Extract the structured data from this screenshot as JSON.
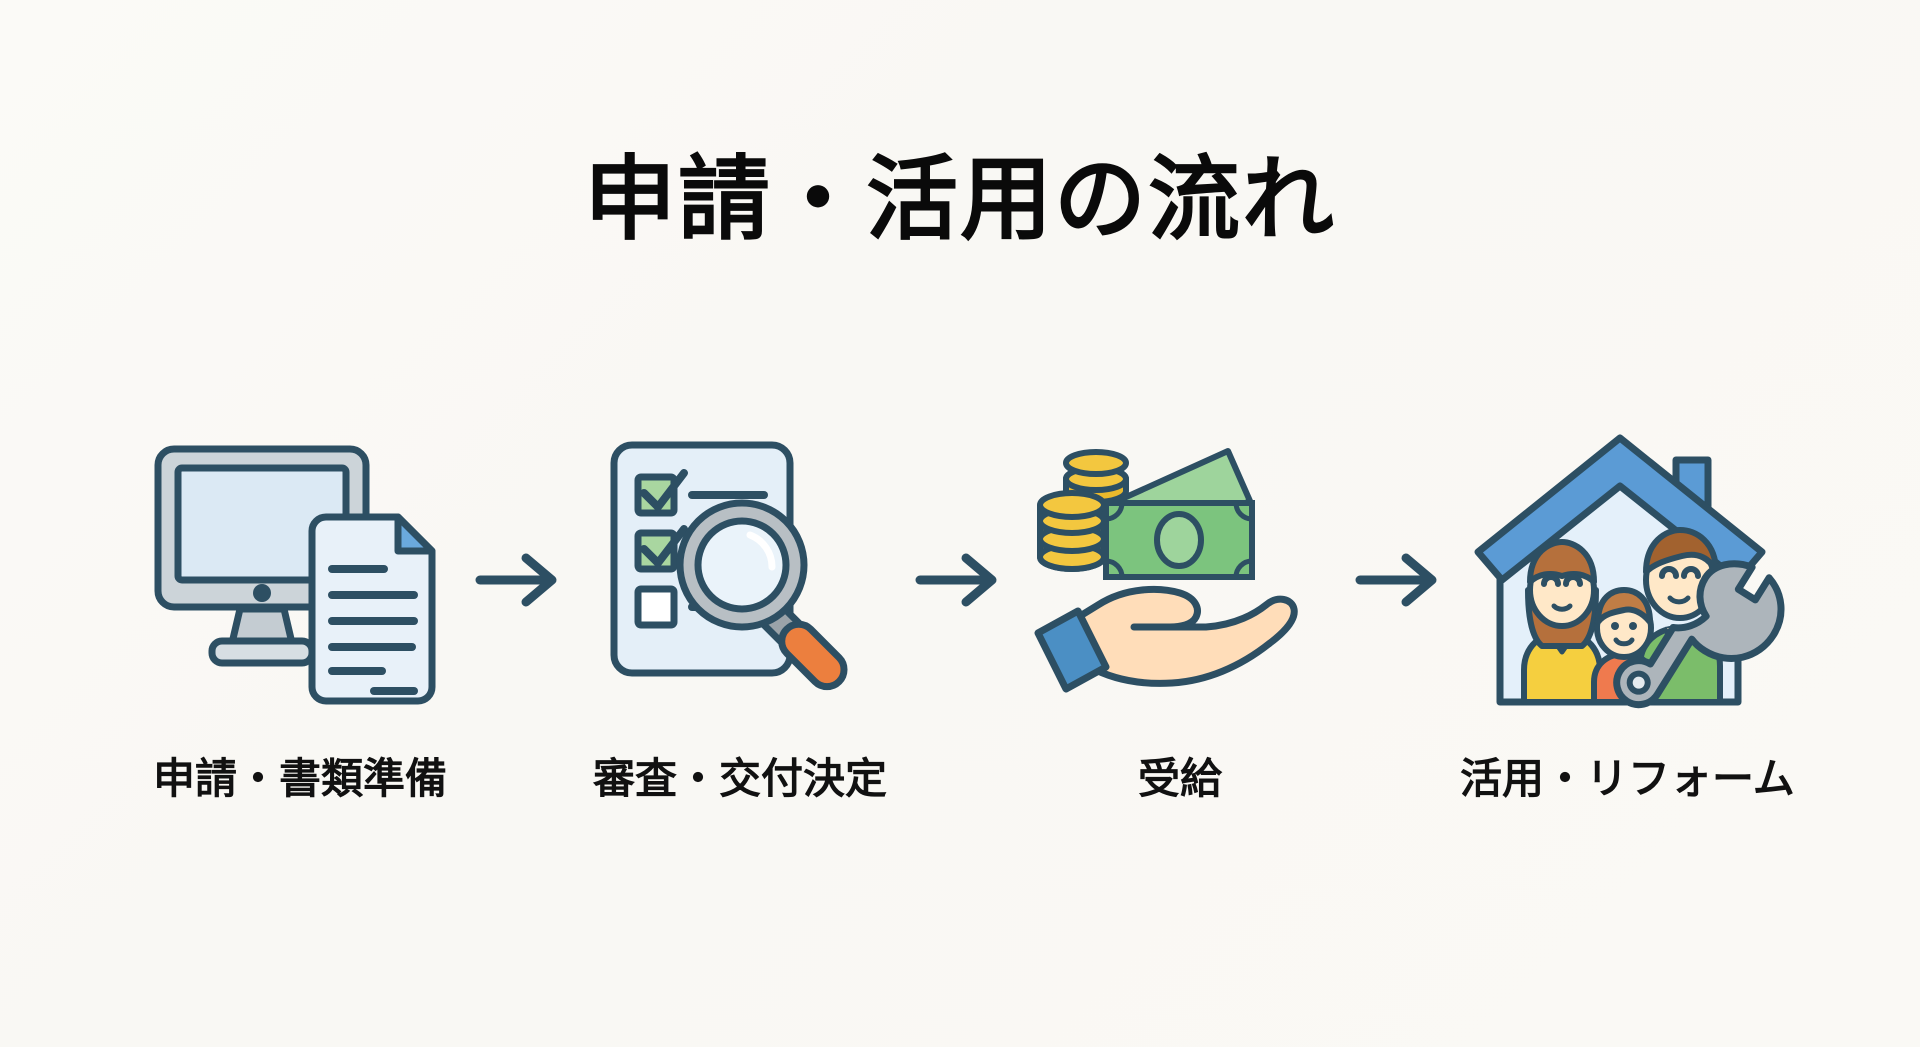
{
  "page": {
    "title": "申請・活用の流れ",
    "background_color": "#faf9f6",
    "title_color": "#0a0a0a"
  },
  "palette": {
    "outline_navy": "#2d4f63",
    "screen_blue": "#dbe9f4",
    "monitor_gray": "#c9d1d6",
    "paper_blue": "#e8f1f9",
    "check_green": "#a9d6a0",
    "magnifier_gray": "#b8bfc4",
    "handle_orange": "#ec7f3e",
    "coin_gold": "#f3c73f",
    "money_green": "#7cc47e",
    "skin": "#ffddb9",
    "sleeve_blue": "#4b8fc4",
    "roof_blue": "#5b9bd5",
    "shirt_yellow": "#f5cf3f",
    "shirt_orange": "#ef7a4e",
    "shirt_green": "#7bbd6a",
    "hair_brown": "#b5703c",
    "wrench_gray": "#adb5bb",
    "arrow_navy": "#2d4f63"
  },
  "steps": [
    {
      "id": "step-1",
      "label": "申請・書類準備",
      "icon": "monitor-document-icon"
    },
    {
      "id": "step-2",
      "label": "審査・交付決定",
      "icon": "clipboard-magnifier-icon"
    },
    {
      "id": "step-3",
      "label": "受給",
      "icon": "hand-money-icon"
    },
    {
      "id": "step-4",
      "label": "活用・リフォーム",
      "icon": "house-family-wrench-icon"
    }
  ],
  "arrows": [
    {
      "id": "arrow-1",
      "glyph": "right-arrow"
    },
    {
      "id": "arrow-2",
      "glyph": "right-arrow"
    },
    {
      "id": "arrow-3",
      "glyph": "right-arrow"
    }
  ]
}
